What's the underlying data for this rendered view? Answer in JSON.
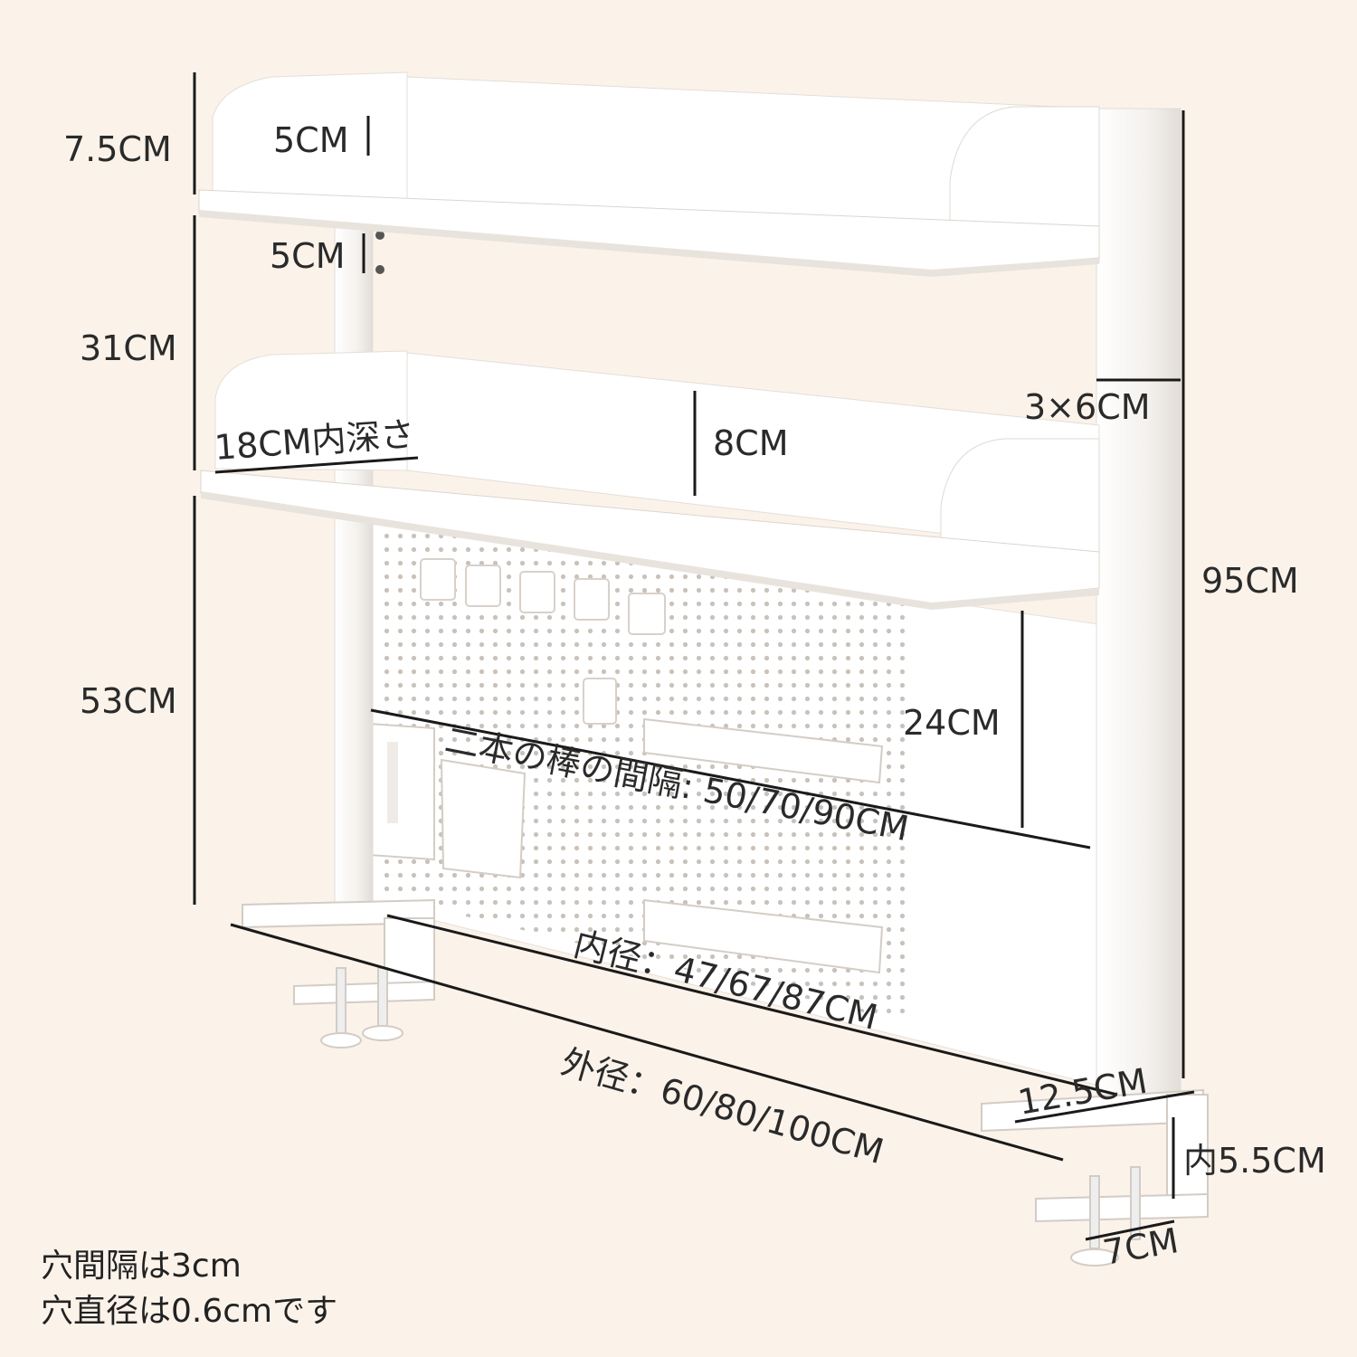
{
  "labels": {
    "top_back_height": "7.5CM",
    "hole_spacing_top": "5CM",
    "hole_spacing_mid": "5CM",
    "shelf_gap": "31CM",
    "inner_depth": "18CM内深さ",
    "middle_lip_height": "8CM",
    "post_size": "3×6CM",
    "total_height": "95CM",
    "lower_height": "53CM",
    "pegboard_height": "24CM",
    "post_spacing": "二本の棒の間隔: 50/70/90CM",
    "inner_width": "内径：47/67/87CM",
    "outer_width": "外径：60/80/100CM",
    "foot_length": "12.5CM",
    "clamp_opening": "内5.5CM",
    "clamp_depth": "7CM"
  },
  "notes": {
    "hole_pitch": "穴間隔は3cm",
    "hole_diameter": "穴直径は0.6cmです"
  },
  "colors": {
    "background": "#fbf3ea",
    "product": "#ffffff",
    "shade": "#ece7e2",
    "line": "#1a1a1a"
  }
}
